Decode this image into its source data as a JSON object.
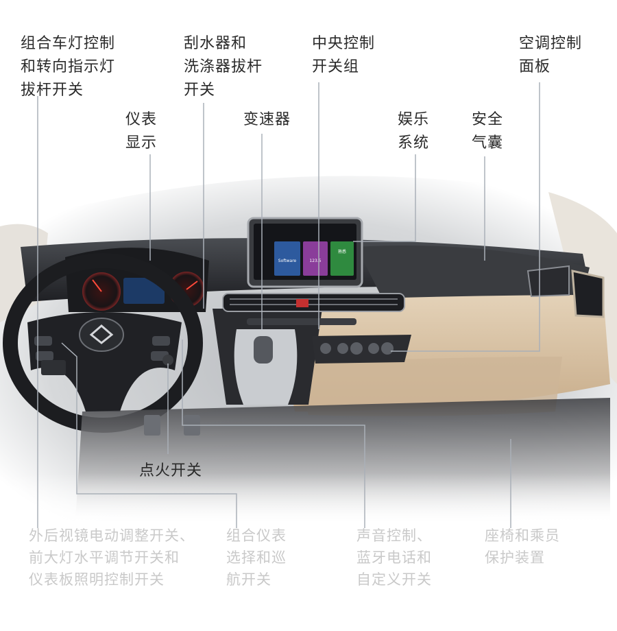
{
  "labels": {
    "headlight_stalk": [
      "组合车灯控制",
      "和转向指示灯",
      "拔杆开关"
    ],
    "wiper_stalk": [
      "刮水器和",
      "洗涤器拔杆",
      "开关"
    ],
    "center_switches": [
      "中央控制",
      "开关组"
    ],
    "ac_panel": [
      "空调控制",
      "面板"
    ],
    "instrument_display": [
      "仪表",
      "显示"
    ],
    "gear_shifter": [
      "变速器"
    ],
    "infotainment": [
      "娱乐",
      "系统"
    ],
    "airbag": [
      "安全",
      "气囊"
    ],
    "ignition": [
      "点火开关"
    ],
    "mirror_switches": [
      "外后视镜电动调整开关、",
      "前大灯水平调节开关和",
      "仪表板照明控制开关"
    ],
    "cluster_cruise": [
      "组合仪表",
      "选择和巡",
      "航开关"
    ],
    "audio_bt": [
      "声音控制、",
      "蓝牙电话和",
      "自定义开关"
    ],
    "seat_protection": [
      "座椅和乘员",
      "保护装置"
    ]
  },
  "screen": {
    "tiles": [
      "Software",
      "123.5",
      "熟悉"
    ]
  },
  "colors": {
    "leader_line": "#aab0b8",
    "dash_dark": "#2b2d31",
    "dash_beige": "#d9c4a8",
    "tile_blue": "#2d5a9e",
    "tile_purple": "#8a3d9a",
    "tile_green": "#2f8a3f"
  }
}
